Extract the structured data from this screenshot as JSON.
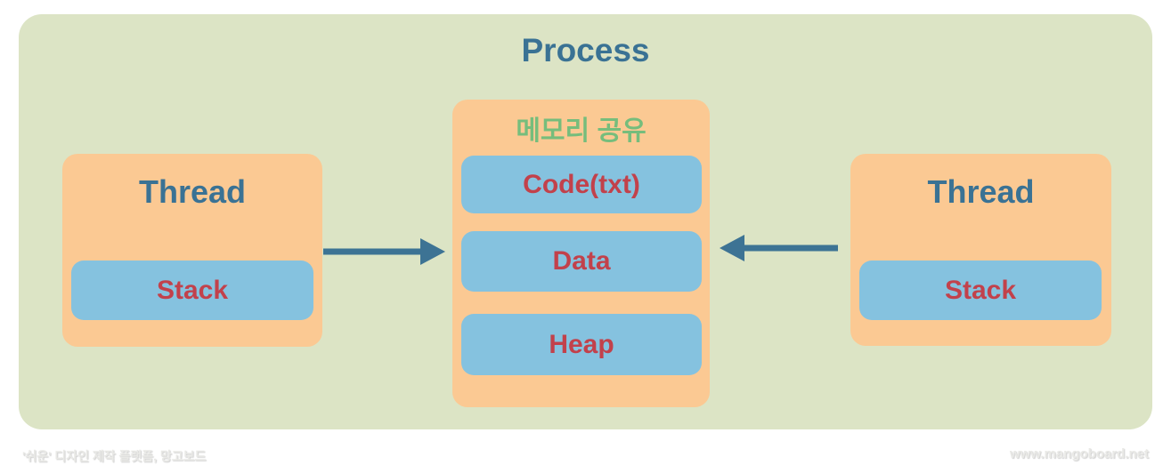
{
  "diagram": {
    "process_title": "Process",
    "memory": {
      "title": "메모리 공유",
      "segments": [
        "Code(txt)",
        "Data",
        "Heap"
      ]
    },
    "threads": [
      {
        "title": "Thread",
        "child": "Stack"
      },
      {
        "title": "Thread",
        "child": "Stack"
      }
    ],
    "arrows": [
      {
        "name": "left-thread-to-memory",
        "direction": "right"
      },
      {
        "name": "right-thread-to-memory",
        "direction": "left"
      }
    ],
    "colors": {
      "container_bg": "#dce4c5",
      "box_orange": "#fbc993",
      "box_blue": "#85c2df",
      "text_teal": "#3a7294",
      "text_red": "#c2414b",
      "text_green": "#76bd7c",
      "arrow": "#3d7394",
      "page_bg": "#ffffff"
    }
  },
  "footer": {
    "left_watermark": "'쉬운' 디자인 제작 플랫폼, 망고보드",
    "right_watermark": "www.mangoboard.net"
  }
}
